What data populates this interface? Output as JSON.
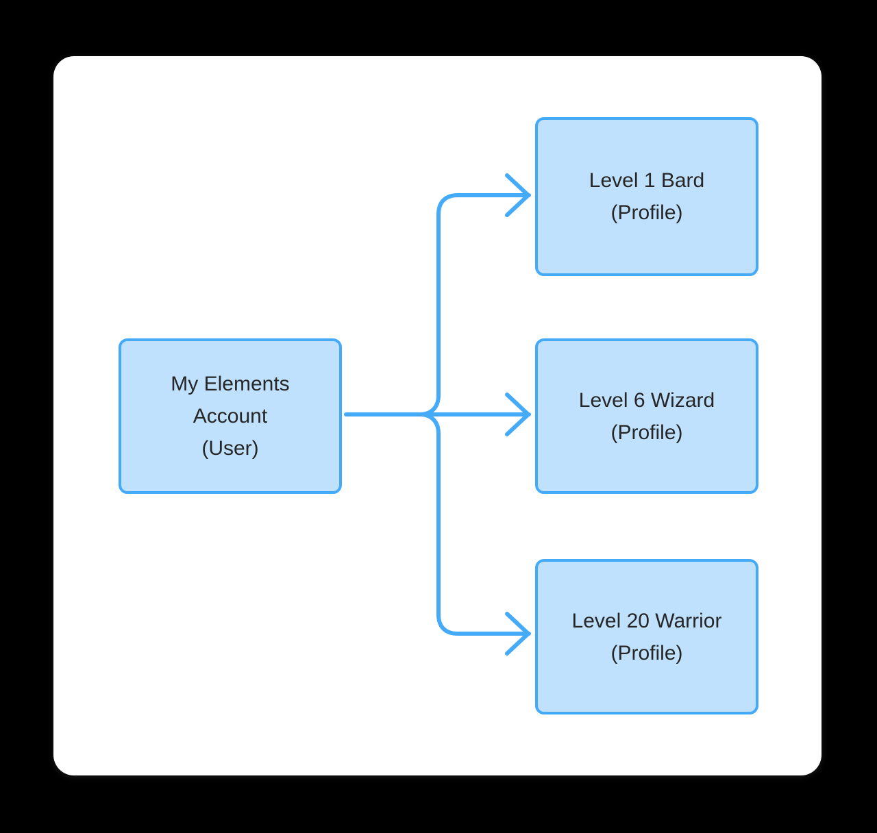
{
  "canvas": {
    "background_color": "#000000",
    "card_color": "#ffffff"
  },
  "theme": {
    "node_fill": "#bfe1fd",
    "node_border": "#45aaf8",
    "edge_color": "#45aaf8",
    "text_color": "#262626"
  },
  "diagram": {
    "type": "flowchart",
    "direction": "left-to-right",
    "source": {
      "id": "account",
      "line1": "My Elements",
      "line2": "Account",
      "line3": "(User)"
    },
    "targets": [
      {
        "id": "bard",
        "line1": "Level 1 Bard",
        "line2": "(Profile)"
      },
      {
        "id": "wizard",
        "line1": "Level 6 Wizard",
        "line2": "(Profile)"
      },
      {
        "id": "warrior",
        "line1": "Level 20 Warrior",
        "line2": "(Profile)"
      }
    ],
    "edges": [
      {
        "from": "account",
        "to": "bard",
        "style": "orthogonal",
        "arrow": "chevron"
      },
      {
        "from": "account",
        "to": "wizard",
        "style": "straight",
        "arrow": "chevron"
      },
      {
        "from": "account",
        "to": "warrior",
        "style": "orthogonal",
        "arrow": "chevron"
      }
    ]
  }
}
